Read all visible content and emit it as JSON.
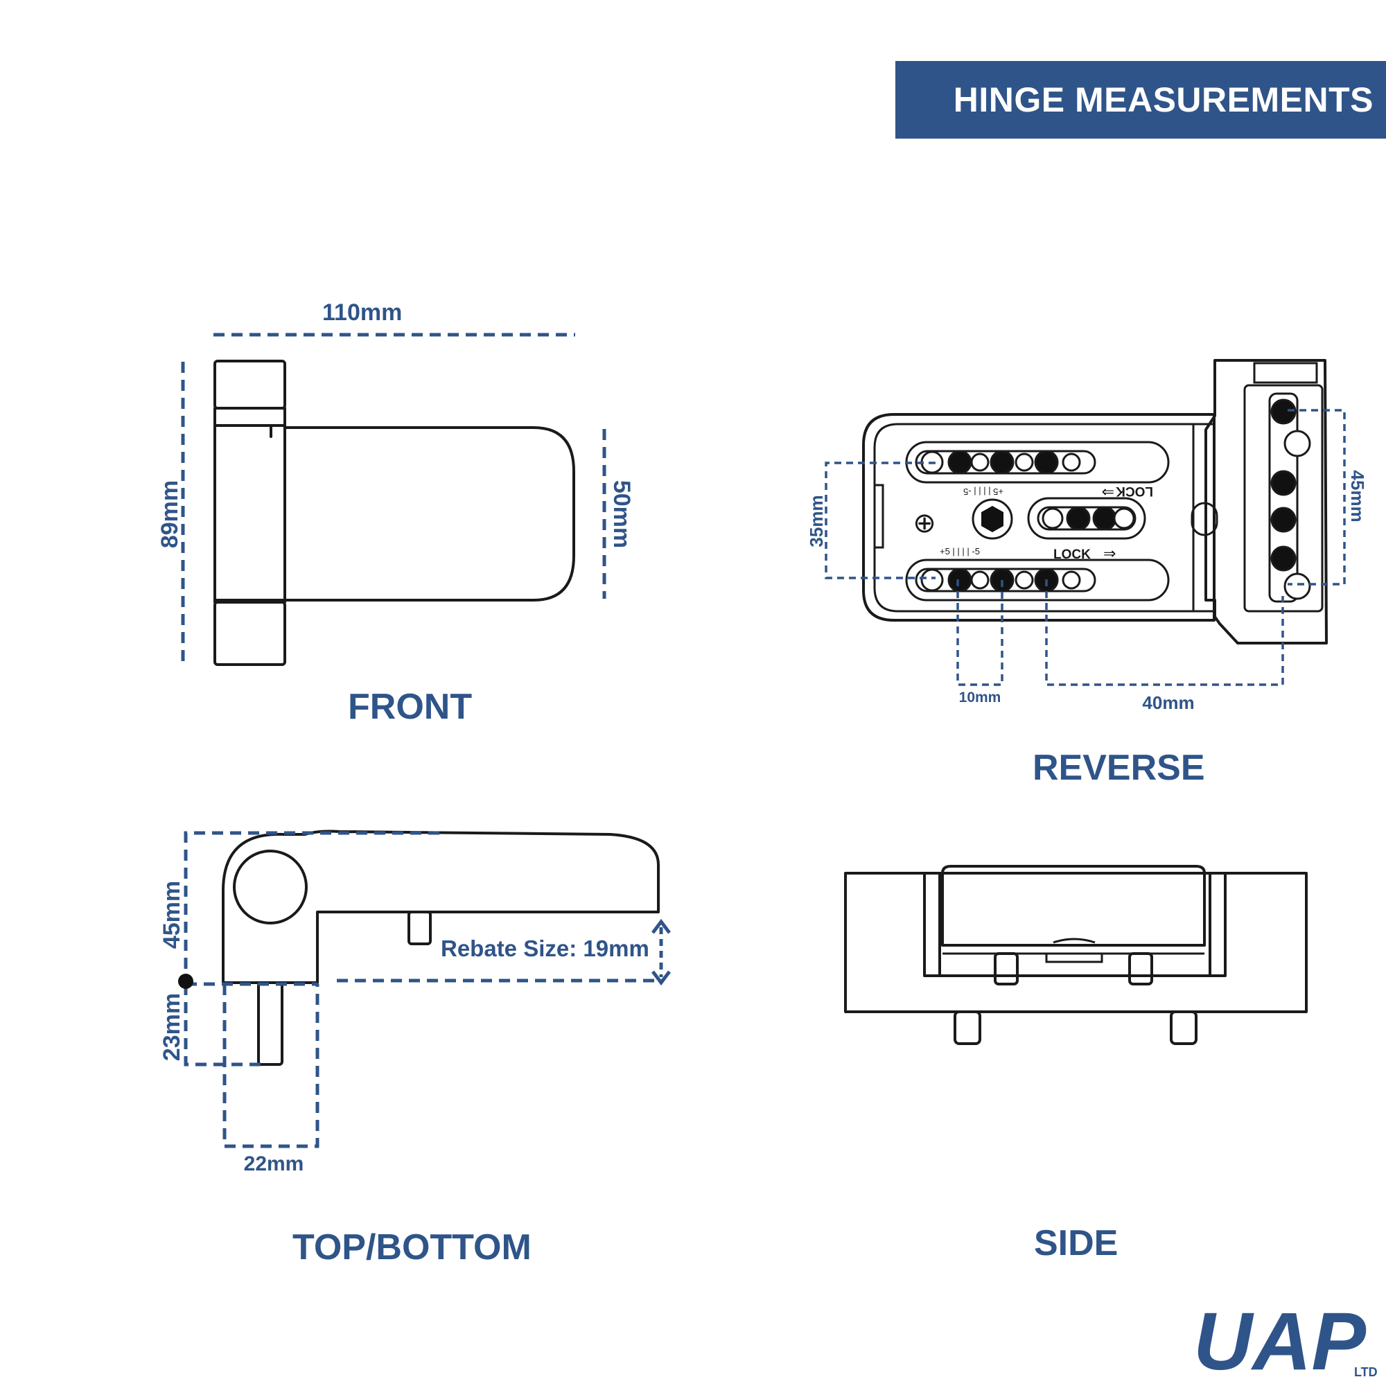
{
  "title": "HINGE MEASUREMENTS",
  "views": {
    "front": "FRONT",
    "reverse": "REVERSE",
    "top_bottom": "TOP/BOTTOM",
    "side": "SIDE"
  },
  "front_dims": {
    "width": "110mm",
    "height": "89mm",
    "leaf": "50mm"
  },
  "reverse_dims": {
    "pin_spacing": "35mm",
    "hole_spacing": "45mm",
    "slot_pitch": "10mm",
    "offset": "40mm"
  },
  "reverse_marks": {
    "lock_top": "LOCK",
    "lock_bottom": "LOCK",
    "scale_top": "+5 | | | | -5",
    "scale_bottom": "+5 | | | | -5"
  },
  "top_dims": {
    "depth": "45mm",
    "projection": "23mm",
    "pin_width": "22mm",
    "rebate": "Rebate Size: 19mm"
  },
  "logo": {
    "main": "UAP",
    "sub": "LTD"
  },
  "colors": {
    "accent": "#2f5489",
    "line": "#1a1a1a"
  }
}
